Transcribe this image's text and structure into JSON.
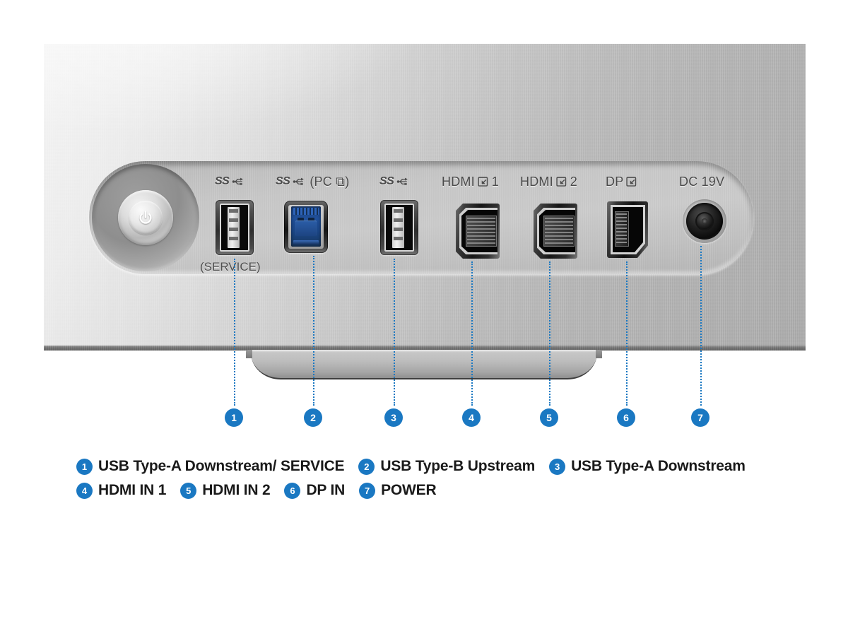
{
  "figure": {
    "subject": "monitor-rear-port-panel",
    "accent_color": "#1a78c2",
    "panel_color": "#c4c4c4",
    "label_color": "#4a4a4a",
    "legend_text_color": "#1a1a1a"
  },
  "panel": {
    "power_button": {
      "icon": "power-icon",
      "label": ""
    },
    "ports": [
      {
        "id": "usb-a-service",
        "top_label": "SS",
        "top_icon": "usb-superspeed-icon",
        "top_suffix": "",
        "sub_label": "(SERVICE)",
        "callout": "1"
      },
      {
        "id": "usb-b-upstream",
        "top_label": "SS",
        "top_icon": "usb-superspeed-icon",
        "top_suffix": "(PC ⧉)",
        "sub_label": "",
        "callout": "2"
      },
      {
        "id": "usb-a-downstream",
        "top_label": "SS",
        "top_icon": "usb-superspeed-icon",
        "top_suffix": "",
        "sub_label": "",
        "callout": "3"
      },
      {
        "id": "hdmi-in-1",
        "top_label": "HDMI",
        "top_icon": "input-arrow-icon",
        "top_suffix": "1",
        "sub_label": "",
        "callout": "4"
      },
      {
        "id": "hdmi-in-2",
        "top_label": "HDMI",
        "top_icon": "input-arrow-icon",
        "top_suffix": "2",
        "sub_label": "",
        "callout": "5"
      },
      {
        "id": "dp-in",
        "top_label": "DP",
        "top_icon": "input-arrow-icon",
        "top_suffix": "",
        "sub_label": "",
        "callout": "6"
      },
      {
        "id": "dc-power",
        "top_label": "DC 19V",
        "top_icon": "",
        "top_suffix": "",
        "sub_label": "",
        "callout": "7"
      }
    ]
  },
  "legend": {
    "rows": [
      [
        {
          "num": "1",
          "label": "USB Type-A Downstream/ SERVICE"
        },
        {
          "num": "2",
          "label": "USB Type-B Upstream"
        },
        {
          "num": "3",
          "label": "USB Type-A Downstream"
        }
      ],
      [
        {
          "num": "4",
          "label": "HDMI IN 1"
        },
        {
          "num": "5",
          "label": "HDMI IN 2"
        },
        {
          "num": "6",
          "label": "DP IN"
        },
        {
          "num": "7",
          "label": "POWER"
        }
      ]
    ]
  }
}
